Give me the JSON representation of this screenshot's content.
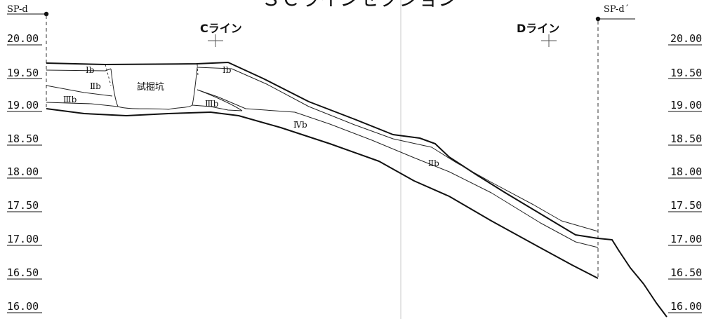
{
  "title": "ＳＣラインセクション",
  "section": {
    "left_point": "SP-d",
    "right_point": "SP-d´",
    "line_c": "Cライン",
    "line_d": "Dライン"
  },
  "elevations_left": [
    "20.00",
    "19.50",
    "19.00",
    "18.50",
    "18.00",
    "17.50",
    "17.00",
    "16.50",
    "16.00"
  ],
  "elevations_right": [
    "20.00",
    "19.50",
    "19.00",
    "18.50",
    "18.00",
    "17.50",
    "17.00",
    "16.50",
    "16.00"
  ],
  "layers": {
    "ib_left": "Ⅰb",
    "ib_right": "Ⅰb",
    "iib_left": "Ⅱb",
    "iib_right": "Ⅱb",
    "iiib_left": "Ⅲb",
    "iiib_right": "Ⅲb",
    "ivb": "Ⅳb"
  },
  "test_pit": "試掘坑"
}
